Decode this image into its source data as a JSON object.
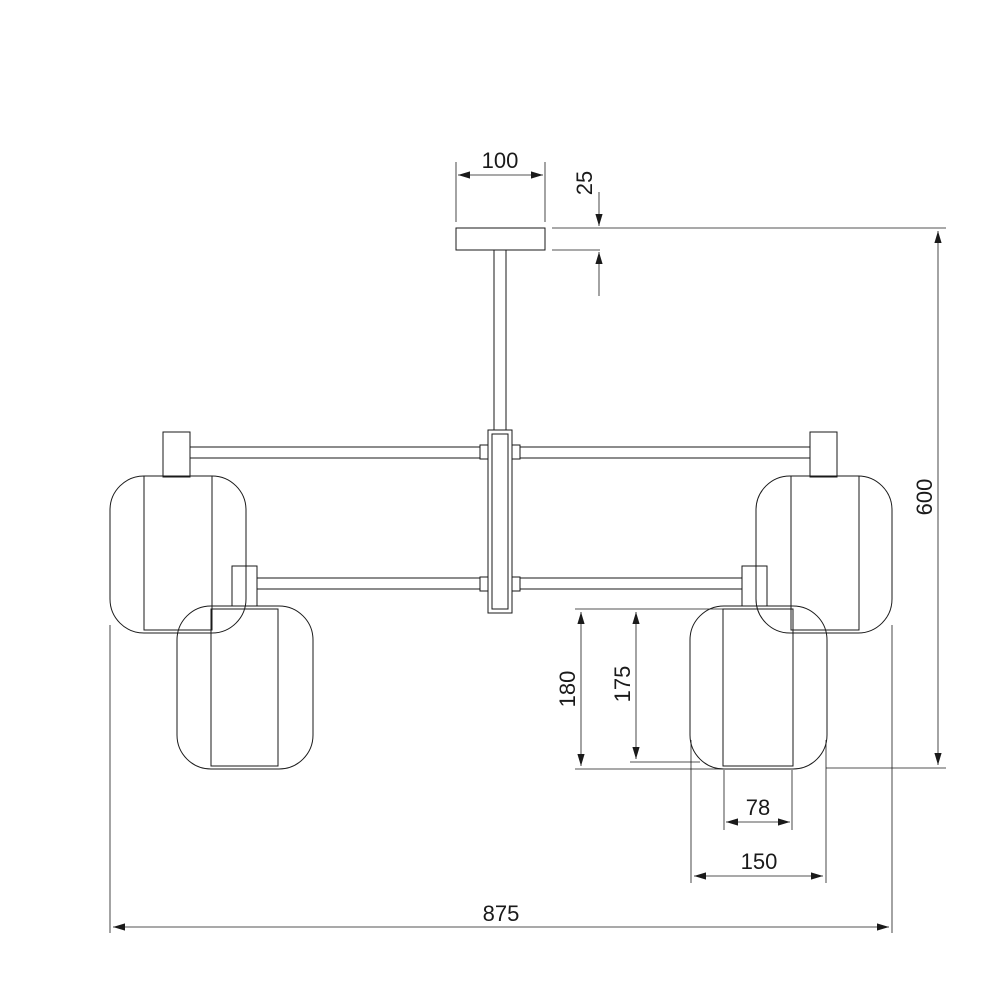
{
  "dimensions": {
    "canopy_width": "100",
    "canopy_height": "25",
    "total_height": "600",
    "shade_height_outer": "180",
    "shade_height_inner": "175",
    "shade_inner_width": "78",
    "shade_outer_width": "150",
    "total_width": "875"
  },
  "colors": {
    "stroke": "#1a1a1a",
    "background": "#ffffff"
  }
}
